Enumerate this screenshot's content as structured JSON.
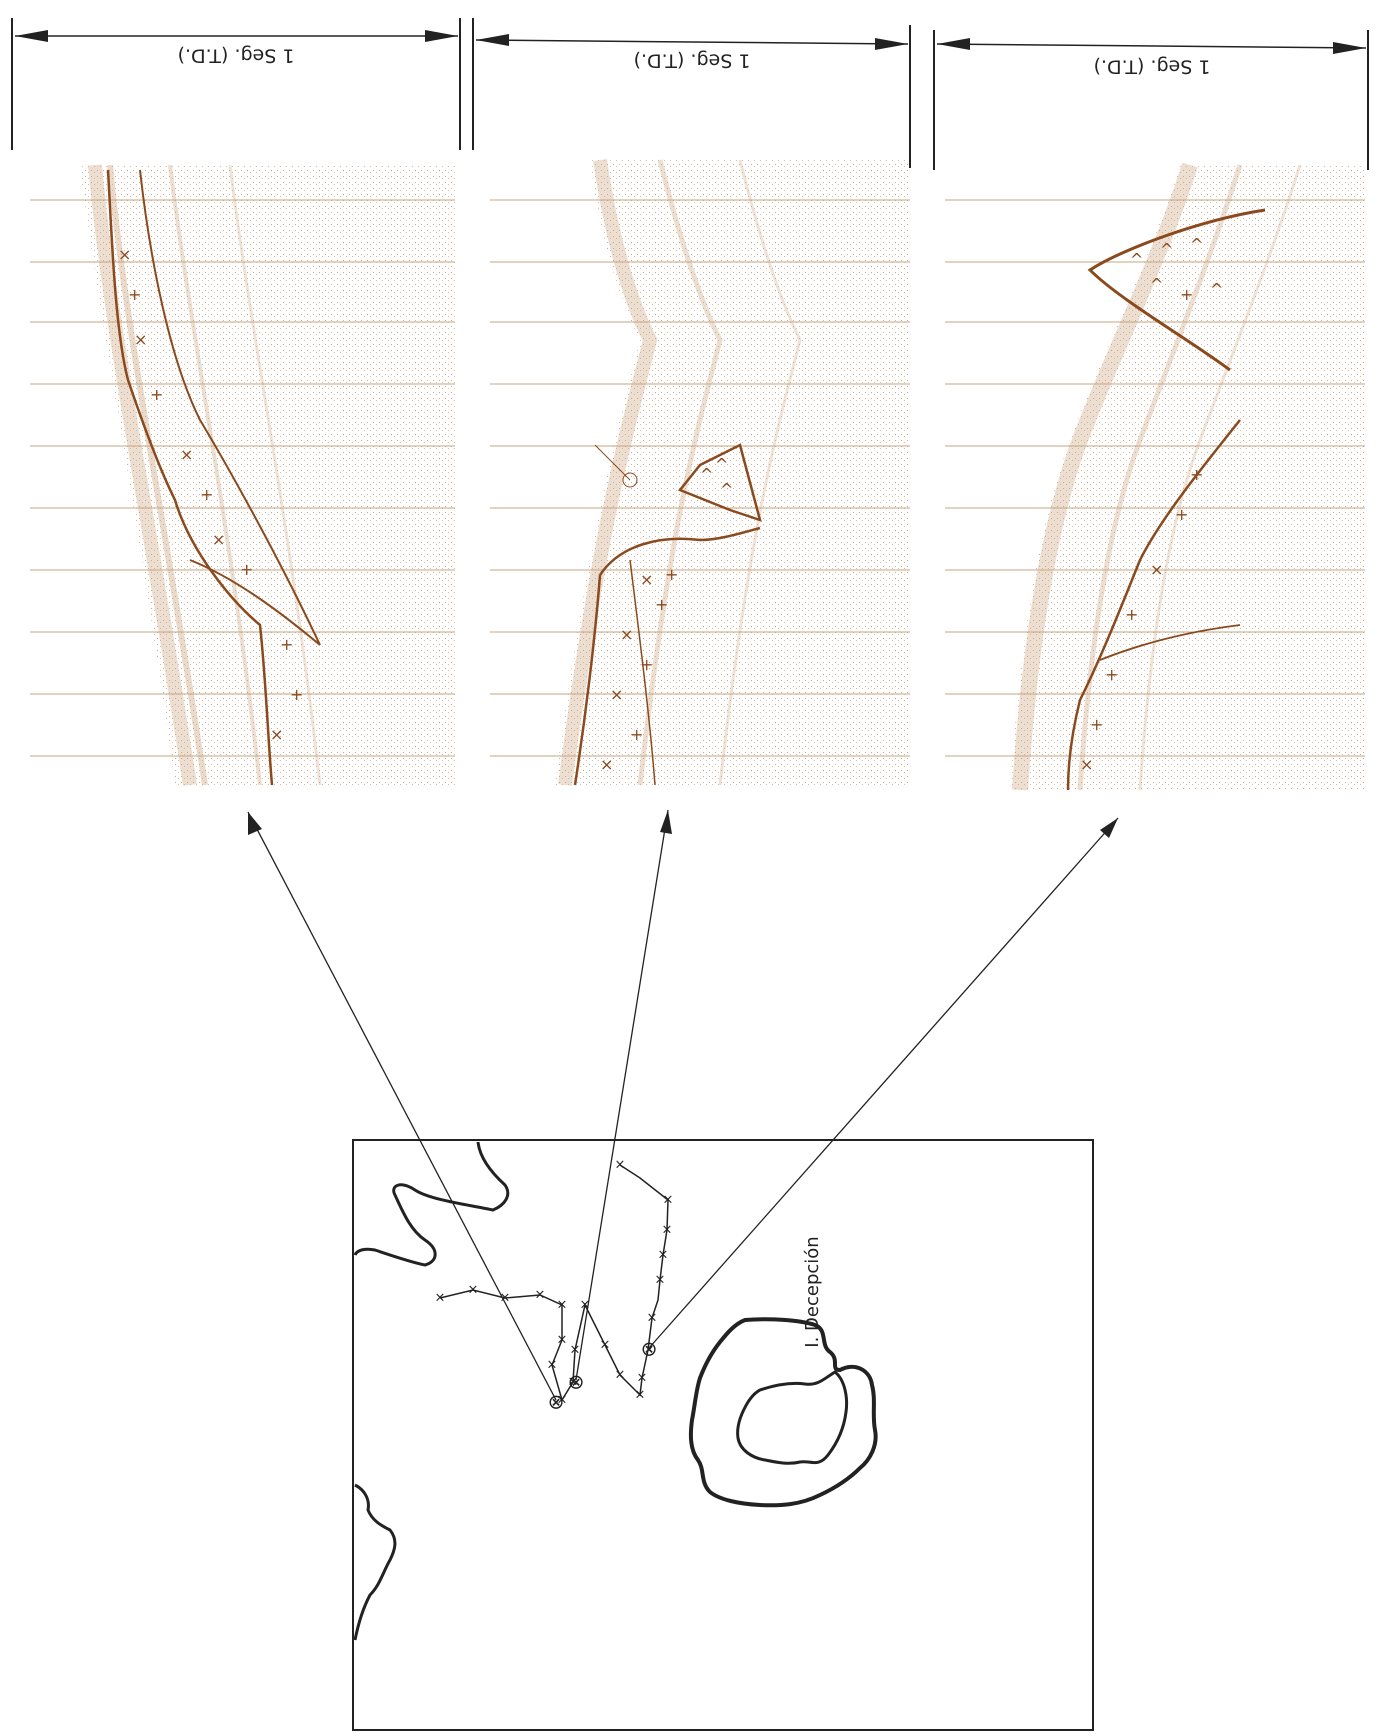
{
  "figure": {
    "panels": [
      {
        "scale_label": "1 Seg. (T.D.)"
      },
      {
        "scale_label": "1 Seg. (T.D.)"
      },
      {
        "scale_label": "1 Seg. (T.D.)"
      }
    ],
    "map": {
      "island_label": "I. Decepción",
      "track_marker": "×",
      "site_marker": "⊗"
    },
    "colors": {
      "seismic_ink": "#c9a27e",
      "interpretation": "#8b4a1e",
      "line": "#222222"
    }
  }
}
